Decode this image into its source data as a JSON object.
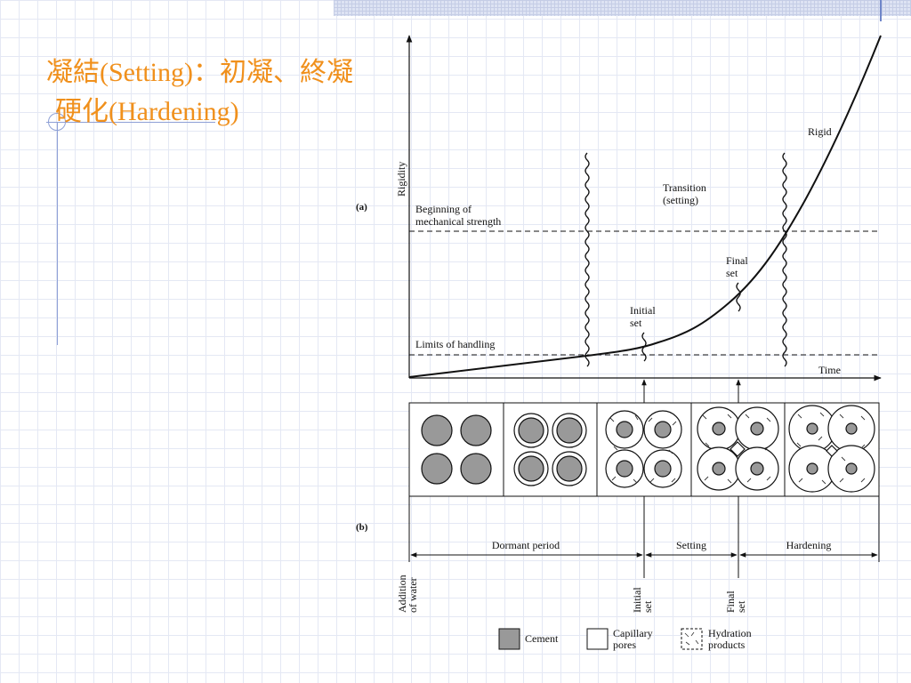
{
  "slide": {
    "title_line1": "凝結(Setting)：初凝、終凝",
    "title_line2": "硬化(Hardening)",
    "title_color": "#f0901c"
  },
  "figure": {
    "panel_a_label": "(a)",
    "panel_b_label": "(b)",
    "y_axis_label": "Rigidity",
    "x_axis_label": "Time",
    "beginning_label_1": "Beginning of",
    "beginning_label_2": "mechanical strength",
    "limits_label": "Limits of handling",
    "transition_label_1": "Transition",
    "transition_label_2": "(setting)",
    "rigid_label": "Rigid",
    "initial_set_1": "Initial",
    "initial_set_2": "set",
    "final_set_1": "Final",
    "final_set_2": "set",
    "periods": [
      "Dormant period",
      "Setting",
      "Hardening"
    ],
    "bottom_addition_1": "Addition",
    "bottom_addition_2": "of water",
    "bottom_initial_1": "Initial",
    "bottom_initial_2": "set",
    "bottom_final_1": "Final",
    "bottom_final_2": "set",
    "legend": {
      "cement": "Cement",
      "pores_1": "Capillary",
      "pores_2": "pores",
      "hydration_1": "Hydration",
      "hydration_2": "products"
    }
  }
}
